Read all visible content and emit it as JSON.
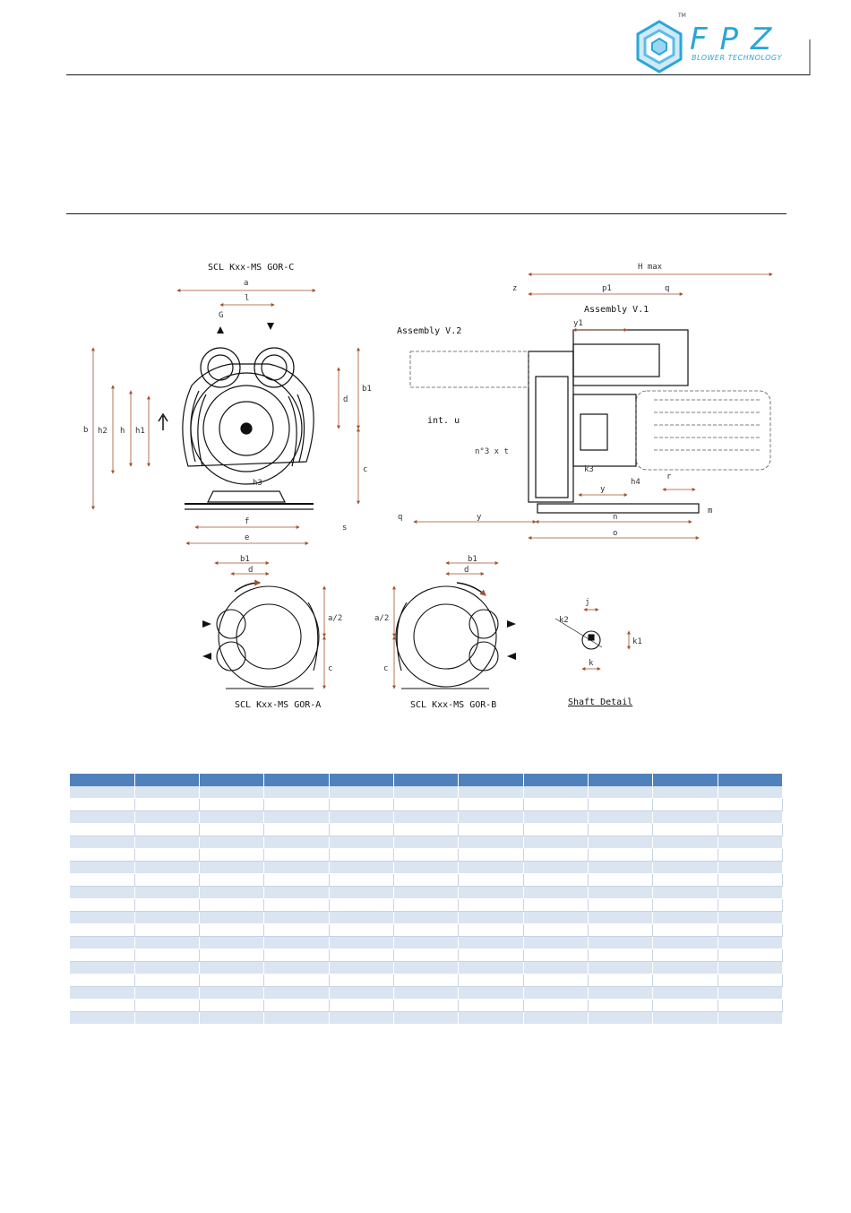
{
  "brand": {
    "name": "FPZ",
    "tagline": "BLOWER TECHNOLOGY",
    "trademark": "TM",
    "colors": {
      "primary": "#2aa6d8",
      "accent": "#4f81bd"
    }
  },
  "drawing": {
    "views": {
      "front_c": "SCL Kxx-MS GOR-C",
      "view_a": "SCL Kxx-MS GOR-A",
      "view_b": "SCL Kxx-MS GOR-B",
      "shaft": "Shaft Detail"
    },
    "callouts": {
      "assembly_v1": "Assembly V.1",
      "assembly_v2": "Assembly V.2",
      "int_u": "int. u",
      "holes": "n°3 x t"
    },
    "dims": {
      "a": "a",
      "l": "l",
      "G": "G",
      "b": "b",
      "h2": "h2",
      "h": "h",
      "h1": "h1",
      "h3": "h3",
      "d": "d",
      "b1": "b1",
      "c": "c",
      "s": "s",
      "f": "f",
      "e": "e",
      "H_max": "H max",
      "z": "z",
      "p1": "p1",
      "q": "q",
      "y1": "y1",
      "k3": "k3",
      "y": "y",
      "h4": "h4",
      "r": "r",
      "n": "n",
      "m": "m",
      "o": "o",
      "a_half": "a/2",
      "j": "j",
      "k2": "k2",
      "k1": "k1",
      "k": "k"
    }
  },
  "table": {
    "columns": 11,
    "rows": 19,
    "header_color": "#4f81bd",
    "band_color": "#dbe5f1"
  }
}
